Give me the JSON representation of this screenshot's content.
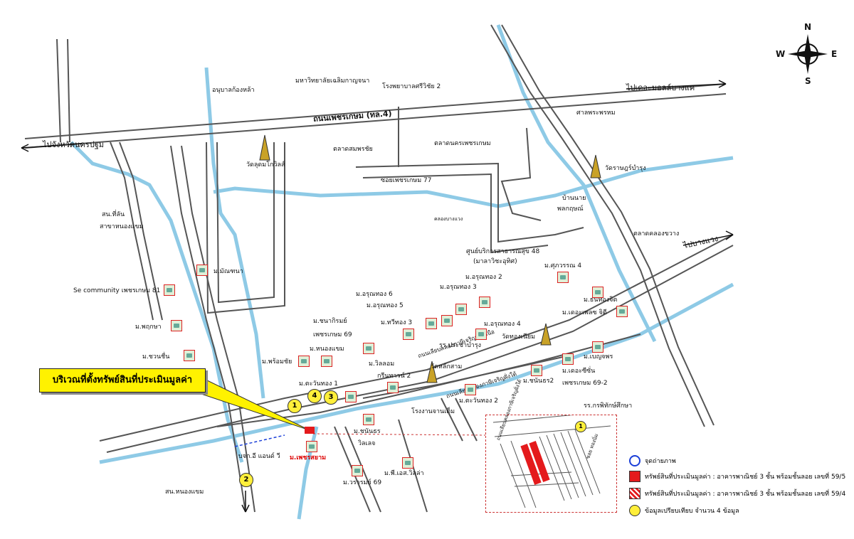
{
  "title": "",
  "compass": {
    "n": "N",
    "e": "E",
    "s": "S",
    "w": "W"
  },
  "roads": {
    "main_name": "ถนนเพชรเกษม (ทล.4)",
    "to_nakhon_pathom": "ไปจังหวัดนครปฐม",
    "to_the_mall": "ไปเดอะมอลล์บางแค",
    "to_phasi_charoen": "ไปบางแวง",
    "soi_77": "ซอยเพชรเกษม 77",
    "khlong": "คลองบางแวง",
    "khlong_pasi_1": "ถนนเลียบคลองภาษีเจริญฝั่งเหนือ",
    "khlong_pasi_2": "ถนนเลียบคลองภาษีเจริญฝั่งใต้",
    "khlong_inset": "ถนนเลียบคลองภาษีเจริญฝั่งใต้"
  },
  "landmarks": {
    "kindergarten": "อนุบาลก้องหล้า",
    "university": "มหาวิทยาลัยเฉลิมกาญจนา",
    "hospital": "โรงพยาบาลศรีวิชัย 2",
    "market1": "ตลาดสมพรชัย",
    "market2": "ตลาดนครเพชรเกษม",
    "temple1": "วัดลุดมโกวิลส์",
    "sala": "ศาลพระพรหม",
    "temple2": "วัดราษฎร์บำรุง",
    "baan": "บ้านนาย",
    "baan2": "พลกฤษณ์",
    "market3": "ตลาดคลองขวาง",
    "health_center": "ศูนย์บริการสาธารณสุข 48",
    "health_center2": "(มาลาวิชะอุทิศ)",
    "police": "สน.ที่ลัน",
    "police2": "สาขาหนองแขม",
    "school": "รร.ประชาบำรุง",
    "temple3": "วัดหลักสาม",
    "factory": "โรงงานจานเต็ม",
    "temple4": "วัดทองเนียม",
    "rr_school": "รร.กรพิทักษ์ศึกษา",
    "police3": "สน.หนองแขม",
    "bank": "บจก.อี แอนด์ วี"
  },
  "villages": [
    "ม.มัณฑนา",
    "Se community เพชรเกษม 81",
    "ม.พฤกษา",
    "ม.ชวนชื่น",
    "ม.พร้อมชัย",
    "ม.หนองแขม",
    "ม.ชนากิรมย์",
    "เพชรเกษม 69",
    "ม.ทวีทอง 3",
    "ม.อรุณทอง 6",
    "ม.อรุณทอง 5",
    "ม.อรุณทอง 3",
    "ม.อรุณทอง 2",
    "ม.ศุภวรรณ 4",
    "ม.ธนทองจิต",
    "ม.เดอะเพลซ จิตี",
    "ม.อรุณทอง 4",
    "ม.วิลลอม",
    "กรีนทาวน์ 2",
    "ม.ตะวันทอง 1",
    "ม.ชนันธร",
    "วิลเลจ",
    "ม.พี.เอส.วิลล่า",
    "ม.วรารมย์ 69",
    "ม.ตะวันทอง 2",
    "ม.ชนันธร2",
    "ม.เดอะซีซั่น",
    "เพชรเกษม 69-2",
    "ม.เบญจพร",
    "ม.เพชรสยาม"
  ],
  "callout": "บริเวณที่ตั้งทรัพย์สินที่ประเมินมูลค่า",
  "markers": [
    "1",
    "2",
    "3",
    "4"
  ],
  "inset_marker": "1",
  "inset_road": "ถนนเลียบคลองภาษีเจริญฝั่งใต้",
  "inset_soi": "ซอย ทองนิ่ม",
  "legend": [
    {
      "label": "จุดถ่ายภาพ"
    },
    {
      "label": "ทรัพย์สินที่ประเมินมูลค่า : อาคารพาณิชย์ 3 ชั้น พร้อมชั้นลอย เลขที่ 59/5"
    },
    {
      "label": "ทรัพย์สินที่ประเมินมูลค่า : อาคารพาณิชย์ 3 ชั้น พร้อมชั้นลอย เลขที่ 59/4"
    },
    {
      "label": "ข้อมูลเปรียบเทียบ จำนวน 4 ข้อมูล"
    }
  ],
  "colors": {
    "road": "#555555",
    "canal": "#8ecae6",
    "callout": "#fff200",
    "property": "#e41a1c"
  }
}
